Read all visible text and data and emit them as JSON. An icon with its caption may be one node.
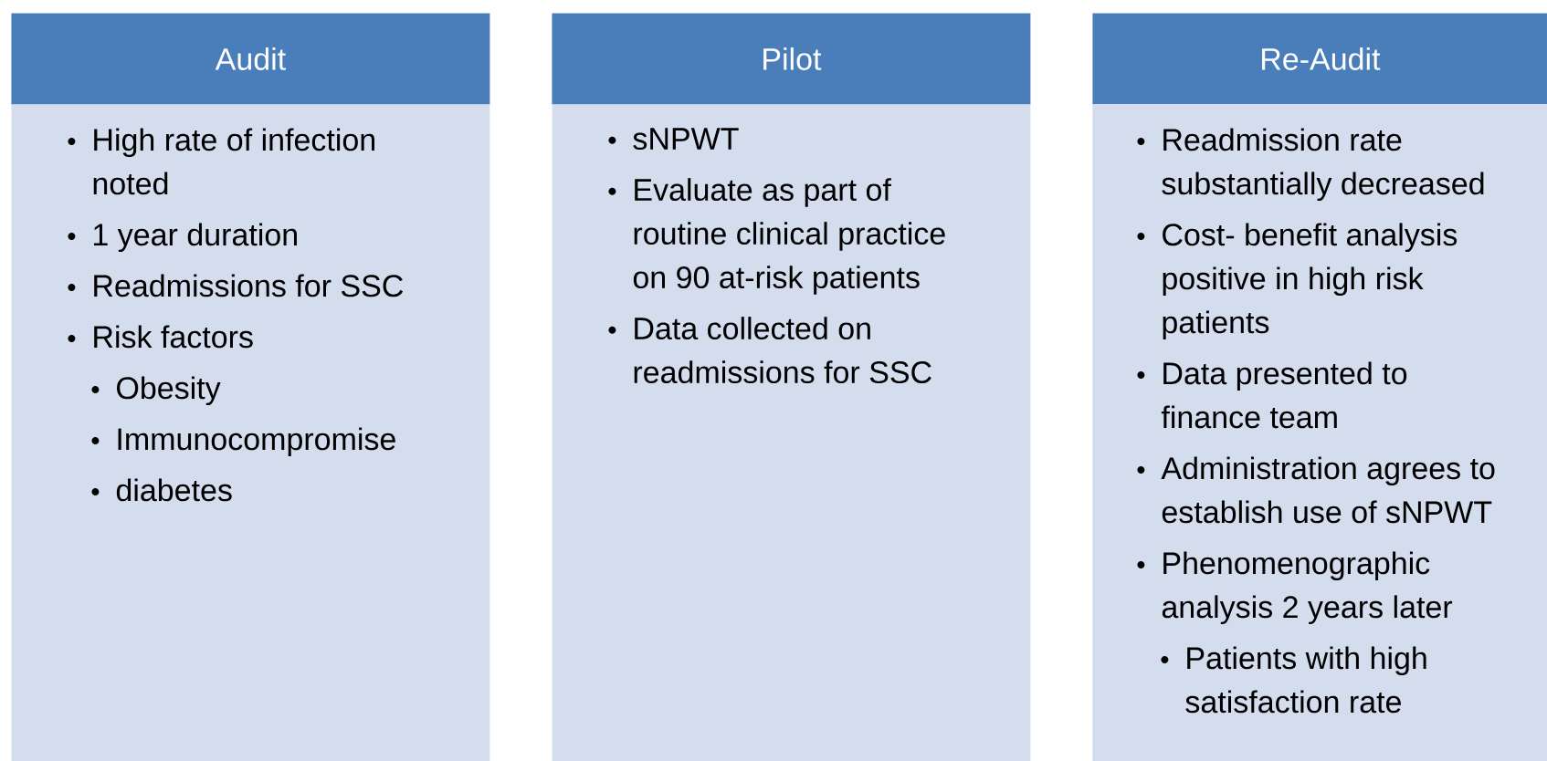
{
  "diagram": {
    "nodes": [
      {
        "text": [
          "Audit"
        ]
      },
      {
        "text": [
          "High rate of infection noted",
          "1 year duration",
          "Readmissions for SSC",
          "Risk factors",
          "Obesity",
          "Immunocompromise",
          "diabetes"
        ]
      },
      {
        "text": [
          "Pilot"
        ]
      },
      {
        "text": [
          "sNPWT",
          "Evaluate as part of routine clinical practice on 90 at-risk patients",
          "Data collected on readmissions for SSC"
        ]
      },
      {
        "text": [
          "Re-Audit"
        ]
      },
      {
        "text": [
          "Readmission rate substantially decreased",
          "Cost- benefit analysis positive in high risk patients",
          "Data presented to finance team",
          "Administration agrees to establish use of sNPWT",
          "Phenomenographic analysis 2 years later",
          "Patients with high satisfaction rate"
        ]
      }
    ]
  }
}
